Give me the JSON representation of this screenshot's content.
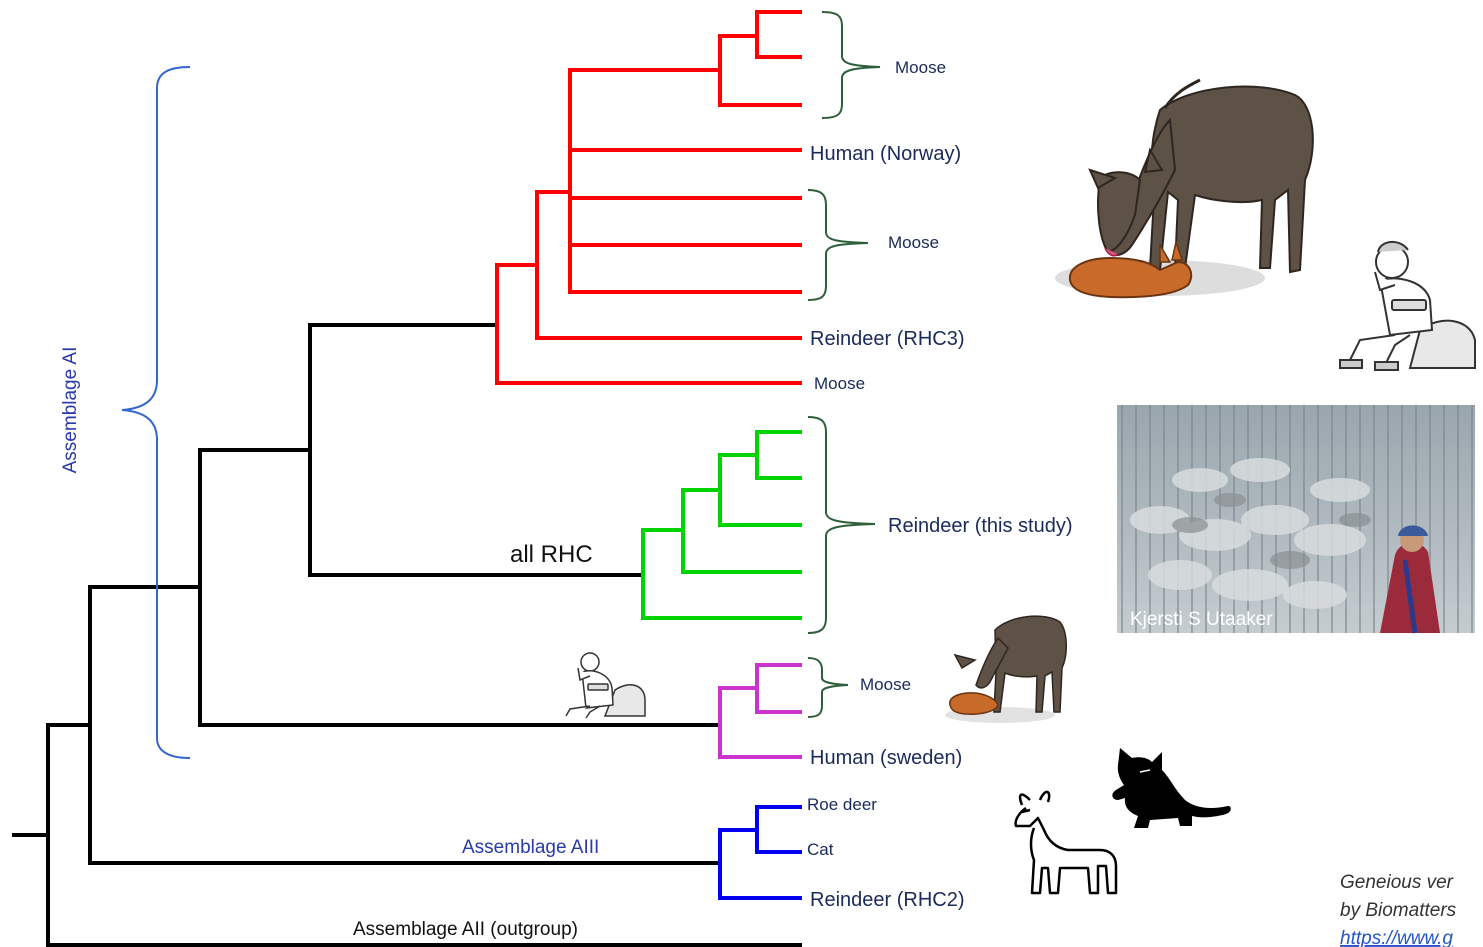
{
  "colors": {
    "backbone": "#000000",
    "red_clade": "#ff0000",
    "green_clade": "#00d400",
    "magenta_clade": "#cc33cc",
    "blue_clade": "#0000ee",
    "bracket_ai": "#3366cc",
    "bracket_tips": "#2e5e3a",
    "label_dark": "#1a2a5a",
    "label_blue": "#2a3aa8",
    "credit_gray": "#333333",
    "credit_link": "#2255cc"
  },
  "labels": {
    "assemblage_ai": "Assemblage AI",
    "all_rhc": "all RHC",
    "assemblage_aiii": "Assemblage AIII",
    "assemblage_aii": "Assemblage AII (outgroup)"
  },
  "tips": {
    "moose_1": "Moose",
    "human_norway": "Human (Norway)",
    "moose_2": "Moose",
    "reindeer_rhc3": "Reindeer (RHC3)",
    "moose_3": "Moose",
    "reindeer_this_study": "Reindeer (this study)",
    "moose_4": "Moose",
    "human_sweden": "Human (sweden)",
    "roe_deer": "Roe deer",
    "cat": "Cat",
    "reindeer_rhc2": "Reindeer (RHC2)"
  },
  "photo": {
    "caption": "Kjersti S Utaaker"
  },
  "credits": {
    "line1": "Geneious ver",
    "line2": "by Biomatters",
    "line3": "https://www.g"
  },
  "icons": {
    "moose_large": "moose-with-calf-illustration",
    "moose_small": "moose-with-calf-illustration-small",
    "human_eating_1": "person-eating-icon",
    "human_eating_2": "person-eating-icon",
    "cat": "cat-silhouette-icon",
    "goat": "roe-deer-outline-icon",
    "reindeer_photo": "reindeer-herd-photo"
  }
}
